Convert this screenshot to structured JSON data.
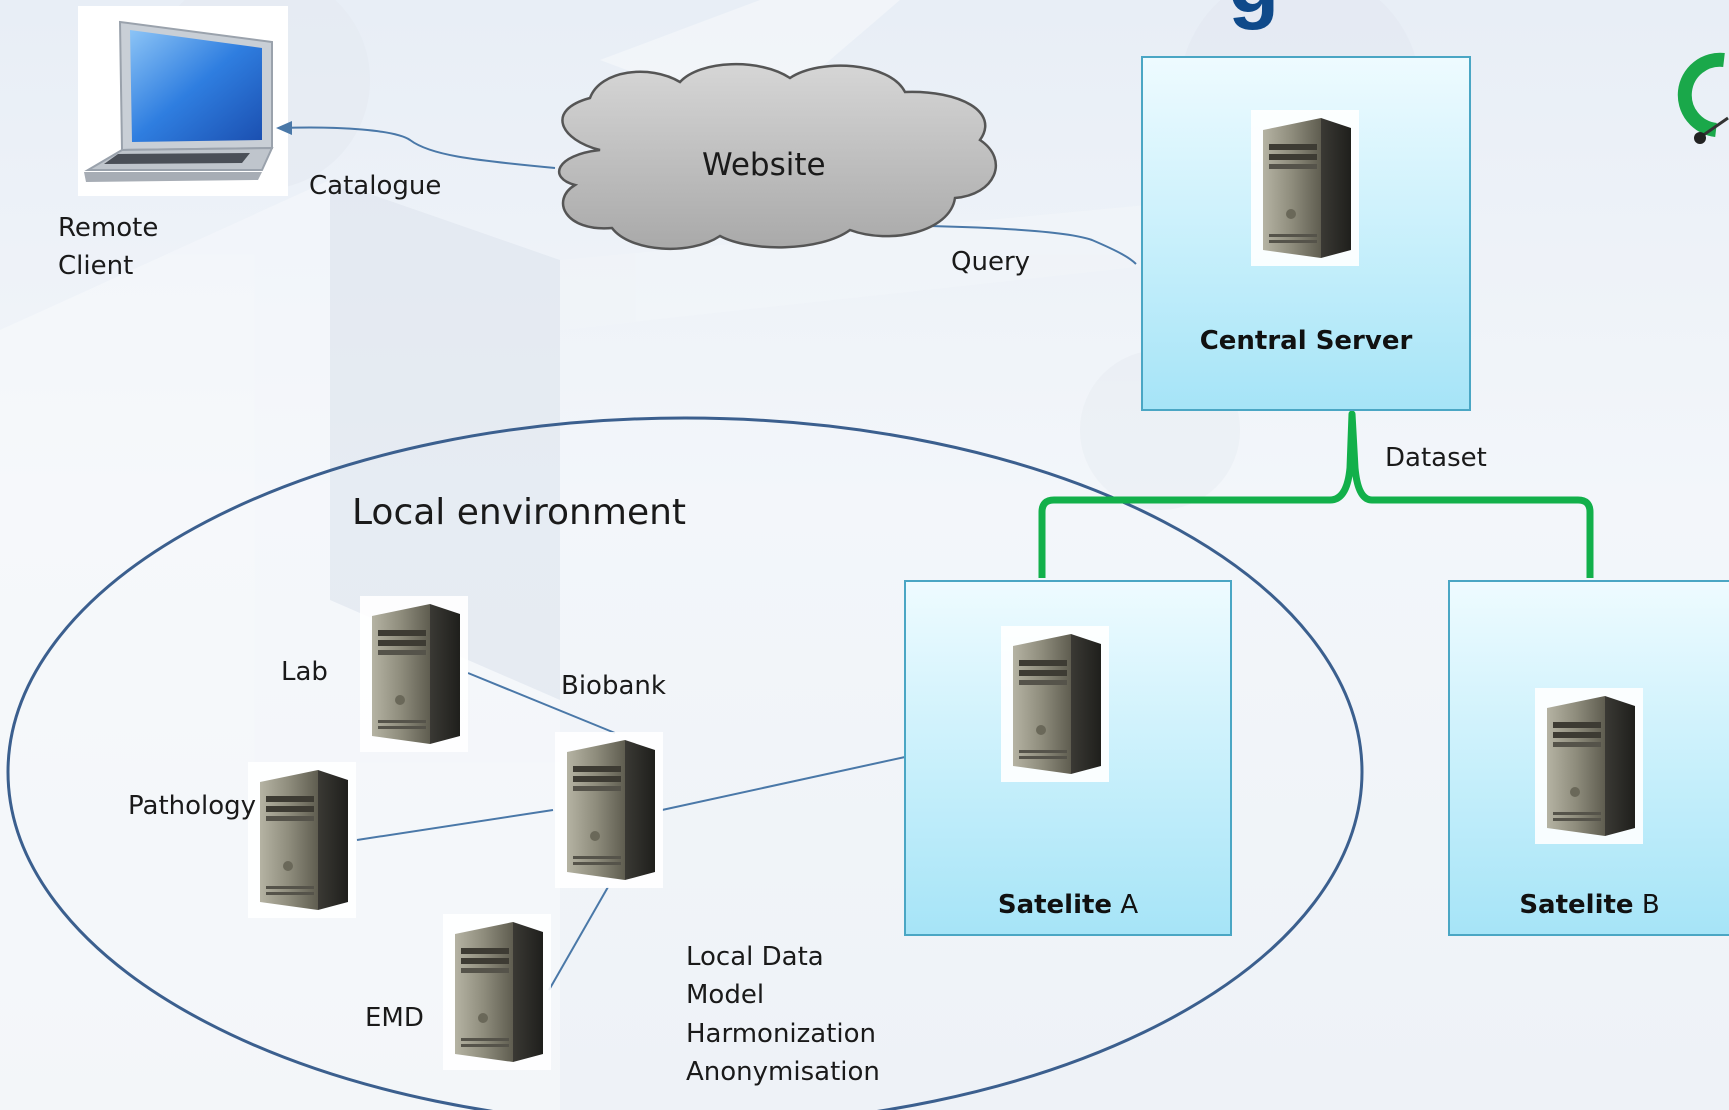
{
  "labels": {
    "remote_client_line1": "Remote",
    "remote_client_line2": "Client",
    "catalogue": "Catalogue",
    "website": "Website",
    "query": "Query",
    "central_server": "Central Server",
    "dataset": "Dataset",
    "local_environment": "Local environment",
    "lab": "Lab",
    "biobank": "Biobank",
    "pathology": "Pathology",
    "emd": "EMD",
    "satelite_a_bold": "Satelite",
    "satelite_a_suffix": " A",
    "satelite_b_bold": "Satelite",
    "satelite_b_suffix": " B",
    "process_lines": [
      "Local Data",
      "Model",
      "Harmonization",
      "Anonymisation"
    ],
    "title_fragment": "g"
  },
  "colors": {
    "connector_green": "#12b04a",
    "link_blue": "#4a78a8",
    "ellipse_stroke": "#3b5f8e",
    "box_border": "#4aa6c4",
    "title_blue": "#0f4a8a"
  },
  "icons": [
    "laptop-icon",
    "cloud-icon",
    "server-icon",
    "logo-icon"
  ]
}
